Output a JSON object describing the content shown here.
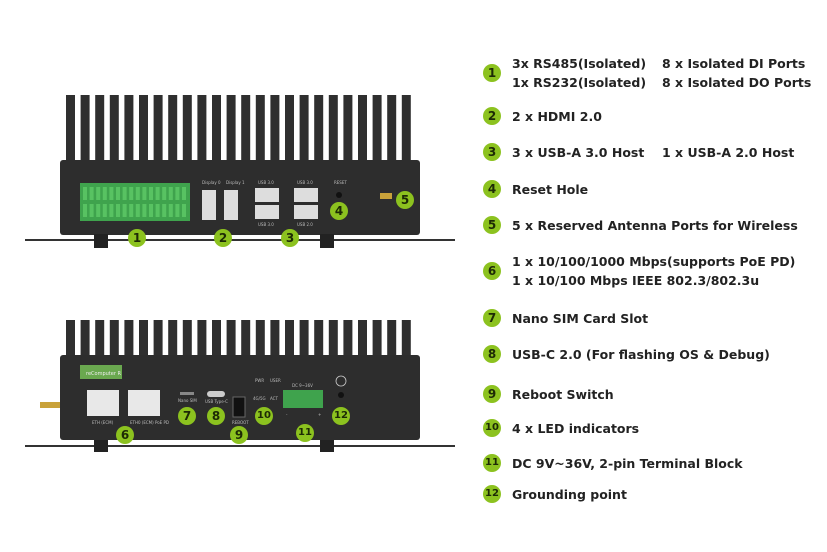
{
  "front_panel": {
    "labels": [
      "Display 0",
      "Display 1",
      "USB 3.0",
      "USB 3.0",
      "USB 3.0",
      "USB 2.0",
      "RESET"
    ],
    "callouts": [
      "1",
      "2",
      "3",
      "4",
      "5"
    ]
  },
  "rear_panel": {
    "model_label": "reComputer R",
    "labels": [
      "ETH (ECM)",
      "ETH0 (ECM) PoE PD",
      "Nano SIM",
      "USB Type-C",
      "REBOOT",
      "PWR",
      "USER",
      "4G/5G",
      "ACT",
      "DC 9~36V",
      "-",
      "+"
    ],
    "callouts": [
      "6",
      "7",
      "8",
      "9",
      "10",
      "11",
      "12"
    ]
  },
  "legend": [
    {
      "num": "1",
      "lines": [
        [
          "3x RS485(Isolated)",
          "8 x Isolated DI Ports"
        ],
        [
          "1x RS232(Isolated)",
          "8 x Isolated DO Ports"
        ]
      ]
    },
    {
      "num": "2",
      "lines": [
        [
          "2 x HDMI 2.0"
        ]
      ]
    },
    {
      "num": "3",
      "lines": [
        [
          "3 x USB-A 3.0 Host",
          "1 x USB-A 2.0 Host"
        ]
      ]
    },
    {
      "num": "4",
      "lines": [
        [
          "Reset Hole"
        ]
      ]
    },
    {
      "num": "5",
      "lines": [
        [
          "5 x Reserved Antenna Ports for Wireless"
        ]
      ]
    },
    {
      "num": "6",
      "lines": [
        [
          "1 x 10/100/1000 Mbps(supports PoE PD)"
        ],
        [
          "1 x 10/100 Mbps IEEE 802.3/802.3u"
        ]
      ]
    },
    {
      "num": "7",
      "lines": [
        [
          "Nano SIM Card Slot"
        ]
      ]
    },
    {
      "num": "8",
      "lines": [
        [
          "USB-C 2.0 (For flashing OS & Debug)"
        ]
      ]
    },
    {
      "num": "9",
      "lines": [
        [
          "Reboot Switch"
        ]
      ]
    },
    {
      "num": "10",
      "lines": [
        [
          "4 x LED indicators"
        ]
      ]
    },
    {
      "num": "11",
      "lines": [
        [
          "DC 9V~36V, 2-pin Terminal Block"
        ]
      ]
    },
    {
      "num": "12",
      "lines": [
        [
          "Grounding point"
        ]
      ]
    }
  ],
  "colors": {
    "accent": "#8cc21f",
    "body": "#2b2b2b",
    "text": "#222222"
  }
}
